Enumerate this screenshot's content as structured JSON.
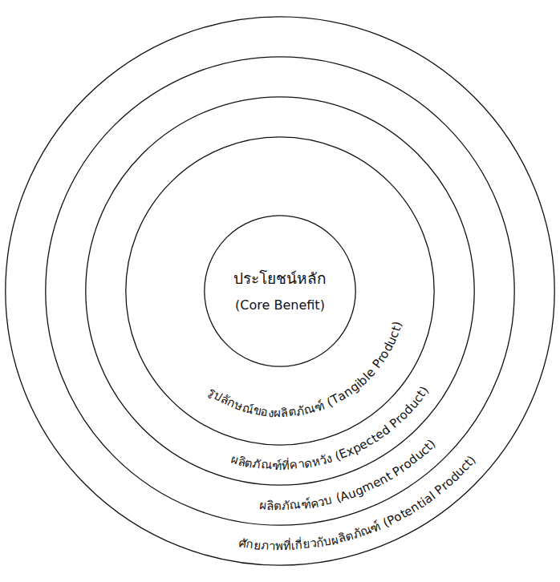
{
  "diagram": {
    "nodes": [
      {
        "text": [
          "ศักยภาพที่เกี่ยวกับผลิตภัณฑ์ (Potential Product)"
        ]
      },
      {
        "text": [
          "ผลิตภัณฑ์ควบ (Augment Product)"
        ],
        "in": 0
      },
      {
        "text": [
          "ผลิตภัณฑ์ที่คาดหวัง (Expected Product)"
        ],
        "in": 1
      },
      {
        "text": [
          "รูปลักษณ์ของผลิตภัณฑ์ (Tangible Product)"
        ],
        "in": 2
      },
      {
        "text": [
          "ประโยชน์หลัก",
          "(Core Benefit)"
        ],
        "in": 3
      }
    ]
  }
}
